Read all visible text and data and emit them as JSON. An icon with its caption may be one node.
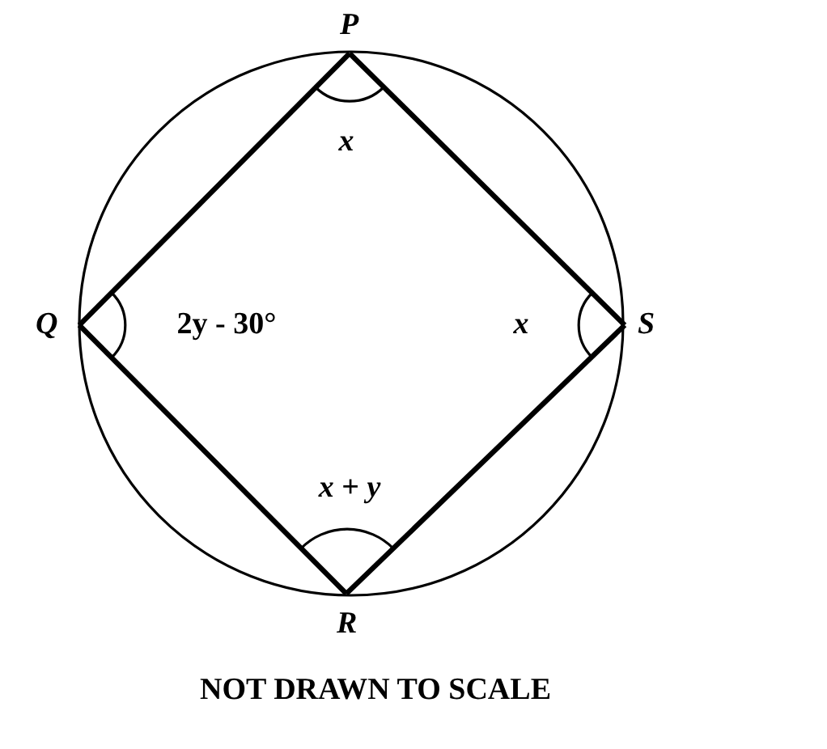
{
  "diagram": {
    "caption": "NOT DRAWN TO SCALE",
    "nodes": [
      {
        "text": [
          "P"
        ]
      },
      {
        "text": [
          "Q"
        ]
      },
      {
        "text": [
          "R"
        ]
      },
      {
        "text": [
          "S"
        ]
      }
    ],
    "edges": [
      {
        "from": 0,
        "to": 1,
        "arrow": "none"
      },
      {
        "from": 1,
        "to": 2,
        "arrow": "none"
      },
      {
        "from": 2,
        "to": 3,
        "arrow": "none"
      },
      {
        "from": 3,
        "to": 0,
        "arrow": "none"
      }
    ],
    "labels": [
      "*x*",
      "2y - 30°",
      "*x*",
      "*x* + *y*"
    ]
  }
}
